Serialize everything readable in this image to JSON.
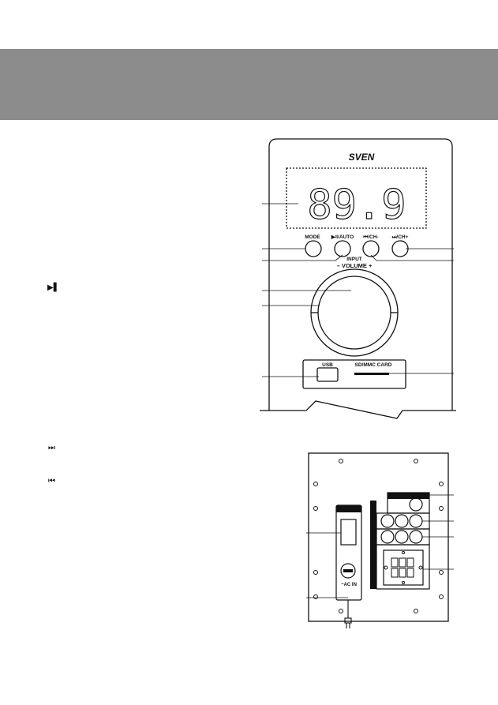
{
  "front_panel": {
    "brand": "SVEN",
    "display_value": "89.9",
    "buttons": {
      "mode": "MODE",
      "play_auto": "▶‖/AUTO",
      "prev_ch": "⏮/CH-",
      "next_ch": "⏭/CH+"
    },
    "input_label": "INPUT",
    "volume_label": "– VOLUME +",
    "usb_label": "USB",
    "card_label": "SD/MMC CARD"
  },
  "rear_panel": {
    "ac_label": "~AC IN"
  },
  "sidebar_glyphs": {
    "play_pause": "▶▌",
    "next": "⏭",
    "prev": "⏮"
  },
  "colors": {
    "header_band": "#8c8c8c",
    "line": "#111111"
  }
}
